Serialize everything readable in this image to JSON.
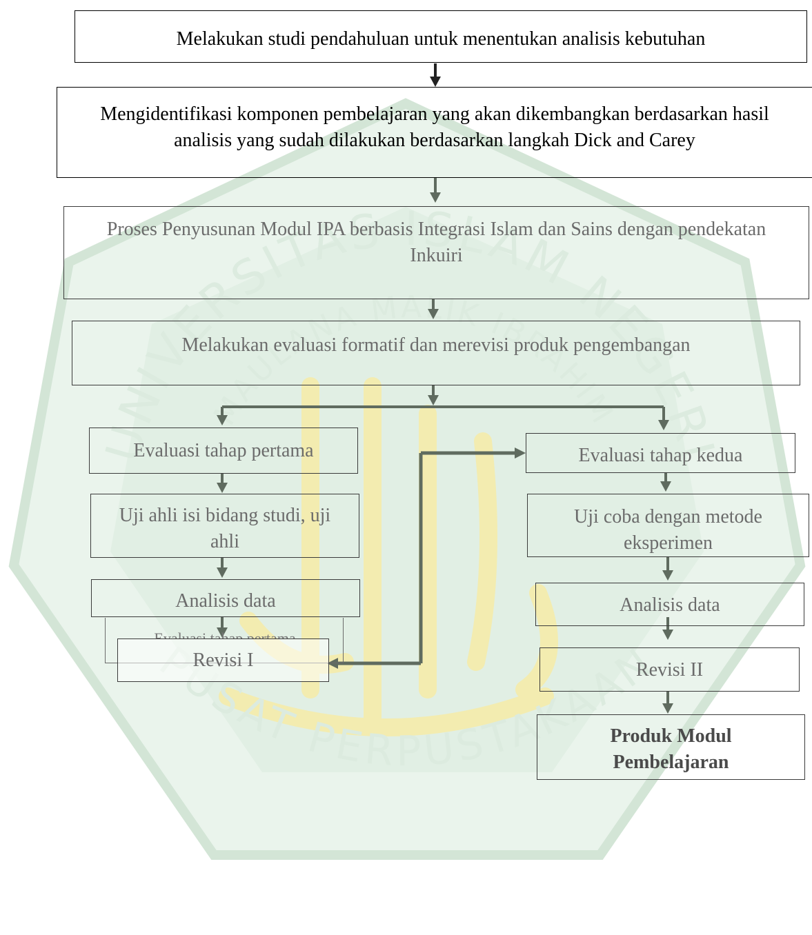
{
  "flow": {
    "step1": "Melakukan studi pendahuluan untuk menentukan analisis kebutuhan",
    "step2": "Mengidentifikasi komponen pembelajaran yang akan dikembangkan berdasarkan hasil analisis yang sudah dilakukan berdasarkan langkah Dick and Carey",
    "step3": "Proses Penyusunan Modul IPA berbasis Integrasi Islam dan Sains dengan pendekatan Inkuiri",
    "step4": "Melakukan evaluasi formatif dan merevisi produk pengembangan"
  },
  "left_branch": {
    "evaluasi": "Evaluasi tahap pertama",
    "uji": "Uji ahli isi bidang studi, uji ahli",
    "analisis": "Analisis data",
    "hidden_label": "Evaluasi tahap pertama",
    "revisi": "Revisi I"
  },
  "right_branch": {
    "evaluasi": "Evaluasi tahap kedua",
    "uji": "Uji coba dengan metode eksperimen",
    "analisis": "Analisis data",
    "revisi": "Revisi II",
    "produk": "Produk Modul Pembelajaran"
  },
  "watermark": {
    "top_text": "UNIVERSITAS ISLAM NEGERI",
    "mid_text": "MAULANA MALIK IBRAHIM",
    "bottom_text": "PUSAT PERPUSTAKAAN",
    "color_green": "#e3f2e7",
    "color_yellow": "#f3ecb0"
  },
  "colors": {
    "arrow": "#5f6b5f",
    "arrow_dark": "#222222",
    "border": "#3a3a3a"
  }
}
